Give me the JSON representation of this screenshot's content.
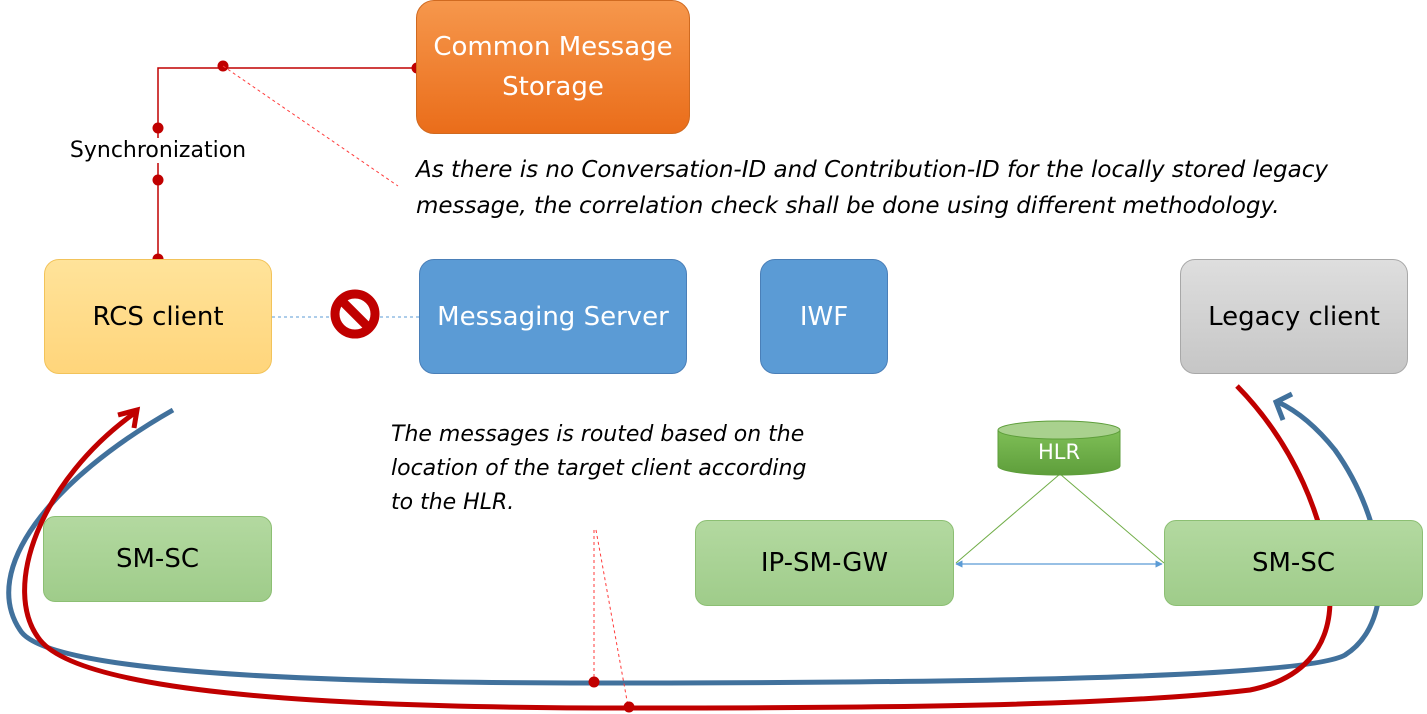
{
  "nodes": {
    "common_storage": "Common Message Storage",
    "rcs_client": "RCS client",
    "messaging_server": "Messaging Server",
    "iwf": "IWF",
    "legacy_client": "Legacy client",
    "smsc_left": "SM-SC",
    "ip_sm_gw": "IP-SM-GW",
    "smsc_right": "SM-SC",
    "hlr": "HLR"
  },
  "labels": {
    "synchronization": "Synchronization"
  },
  "notes": {
    "correlation": "As there is no Conversation-ID and Contribution-ID for the locally stored legacy message,  the correlation check shall be done using different methodology.",
    "routing": "The messages is routed based on the location of the target client according to the HLR."
  },
  "colors": {
    "storage_orange": "#ef7b2b",
    "rcs_yellow": "#ffdc86",
    "server_blue": "#5b9bd5",
    "legacy_gray": "#d0d0d0",
    "node_green": "#a9d18e",
    "hlr_green": "#70ad47",
    "path_red": "#c00000",
    "path_blue": "#41719c",
    "blocked_red": "#c00000"
  },
  "icons": {
    "blocked": "prohibition-icon",
    "hlr": "database-cylinder-icon"
  }
}
